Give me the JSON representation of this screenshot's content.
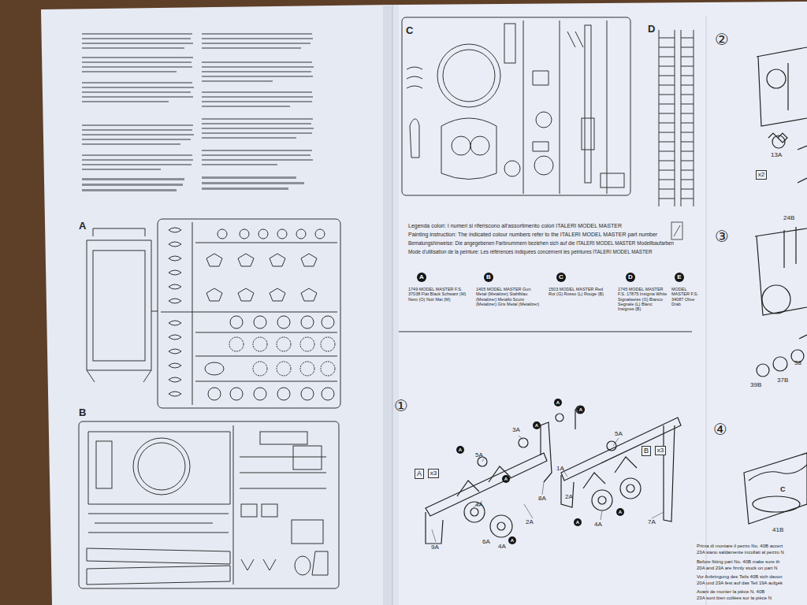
{
  "diagram": {
    "nodes": [
      {
        "text": [
          "A"
        ]
      },
      {
        "text": [
          "B"
        ]
      },
      {
        "text": [
          "C"
        ]
      },
      {
        "text": [
          "D"
        ]
      },
      {
        "text": [
          "E"
        ]
      },
      {
        "text": [
          "①"
        ]
      },
      {
        "text": [
          "A"
        ]
      },
      {
        "text": [
          "x3"
        ]
      },
      {
        "text": [
          "B"
        ]
      },
      {
        "text": [
          "x3"
        ]
      },
      {
        "text": [
          "A"
        ]
      },
      {
        "text": [
          "A"
        ]
      },
      {
        "text": [
          "A"
        ]
      },
      {
        "text": [
          "A"
        ]
      },
      {
        "text": [
          "A"
        ]
      },
      {
        "text": [
          "A"
        ]
      },
      {
        "text": [
          "A"
        ]
      },
      {
        "text": [
          "A"
        ]
      },
      {
        "text": [
          "②"
        ]
      },
      {
        "text": [
          "x2"
        ]
      },
      {
        "text": [
          "③"
        ]
      },
      {
        "text": [
          "④"
        ]
      }
    ],
    "labels": [
      "A",
      "B",
      "C",
      "D",
      "Legenda colori: I numeri si riferiscono all'assortimento colori ITALERI MODEL MASTER",
      "Painting instruction: The indicated colour numbers refer to the ITALERI MODEL MASTER part number",
      "Bemalungshinweise: Die angegebenen Farbnummern beziehen sich auf die ITALERI MODEL MASTER Modellbaufarben",
      "Mode d'utilisation de la peinture: Les références indiquées concernent les peintures ITALERI MODEL MASTER",
      "1749 MODEL MASTER F.S. 37038 Flat Black Schwarz (M) Nero (O) Noir Mat (M)",
      "1405 MODEL MASTER Gun Metal (Metalizer) Stahlblau (Metalizer) Metallo Scuro (Metalizer) Gris Metal (Metalizer)",
      "1503 MODEL MASTER Red Rot (G) Rosso (L) Rouge (B)",
      "1745 MODEL MASTER F.S. 17875 Insignia White Signalweiss (G) Bianco Segnale (L) Blanc Insignes (B)",
      "MODEL MASTER F.S. 34087 Olive Drab",
      "3A",
      "5A",
      "8A",
      "4A",
      "2A",
      "6A",
      "4A",
      "9A",
      "5A",
      "1A",
      "2A",
      "4A",
      "7A",
      "13A",
      "24B",
      "38",
      "37B",
      "39B",
      "C",
      "41B",
      "Prima di montare il pezzo No. 40B accert",
      "23A siano saldamente incollati al pezzo N",
      "Before fitting part No. 40B make sure th",
      "20A and 23A are firmly stuck on part N",
      "Vor Anbringung des Teils 40B sich davon",
      "20A und 23A fest auf das Teil 19A aufgek",
      "Avant de monter la pièce N. 40B",
      "23A sont bien collées sur la pièce N"
    ]
  }
}
